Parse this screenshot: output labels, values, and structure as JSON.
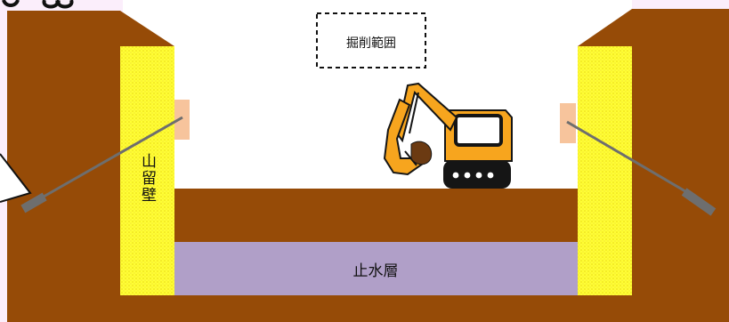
{
  "labels": {
    "excavation_range": "掘削範囲",
    "earth_retaining_wall": "山留壁",
    "cutoff_layer": "止水層"
  },
  "colors": {
    "page_background": "#fbeefb",
    "excavation_space": "#ffffff",
    "soil": "#964b07",
    "retaining_wall": "#ffff33",
    "cutoff_layer": "#b09fc8",
    "anchor_plate": "#f7c49c",
    "anchor_rod": "#6e6e6e",
    "excavator_body": "#f7a51e",
    "excavator_track": "#151515"
  }
}
